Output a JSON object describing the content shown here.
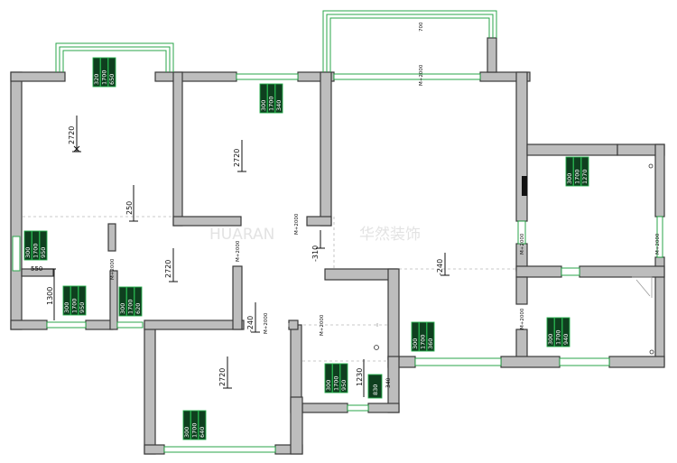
{
  "watermark": {
    "latin": "HUARAN",
    "chinese": "华然装饰"
  },
  "ceiling_heights": {
    "bedroom_nw": "2720",
    "bedroom_n": "2720",
    "hall": "2720",
    "bedroom_s": "2720",
    "passage": "250",
    "step_a": "-310",
    "living": "-240",
    "step_b": "-240"
  },
  "dimensions": {
    "bath_width": "550",
    "bath_depth": "1300",
    "kitchen_width": "1230"
  },
  "door_labels": {
    "d1": "M+2000",
    "d2": "M+2000",
    "d3": "M+2000",
    "d4": "M+2000",
    "d5": "M+2000",
    "d6": "M+2000",
    "d7": "M+2000",
    "d8": "M+2000",
    "d9": "M+2000",
    "d10": "M+2000"
  },
  "window_tags": {
    "w_nw": [
      "320",
      "1700",
      "650"
    ],
    "w_n": [
      "300",
      "1700",
      "340"
    ],
    "w_e": [
      "300",
      "1700",
      "1270"
    ],
    "w_bath1": [
      "300",
      "1700",
      "950"
    ],
    "w_bath2": [
      "300",
      "1700",
      "950"
    ],
    "w_hall": [
      "300",
      "1700",
      "620"
    ],
    "w_s": [
      "300",
      "1700",
      "640"
    ],
    "w_kitchen": [
      "300",
      "1700",
      "950"
    ],
    "w_living": [
      "300",
      "1700",
      "360"
    ],
    "w_se": [
      "300",
      "1700",
      "940"
    ]
  },
  "kitchen_tag": "830",
  "kitchen_tag2": "340",
  "top_window_label": "700"
}
